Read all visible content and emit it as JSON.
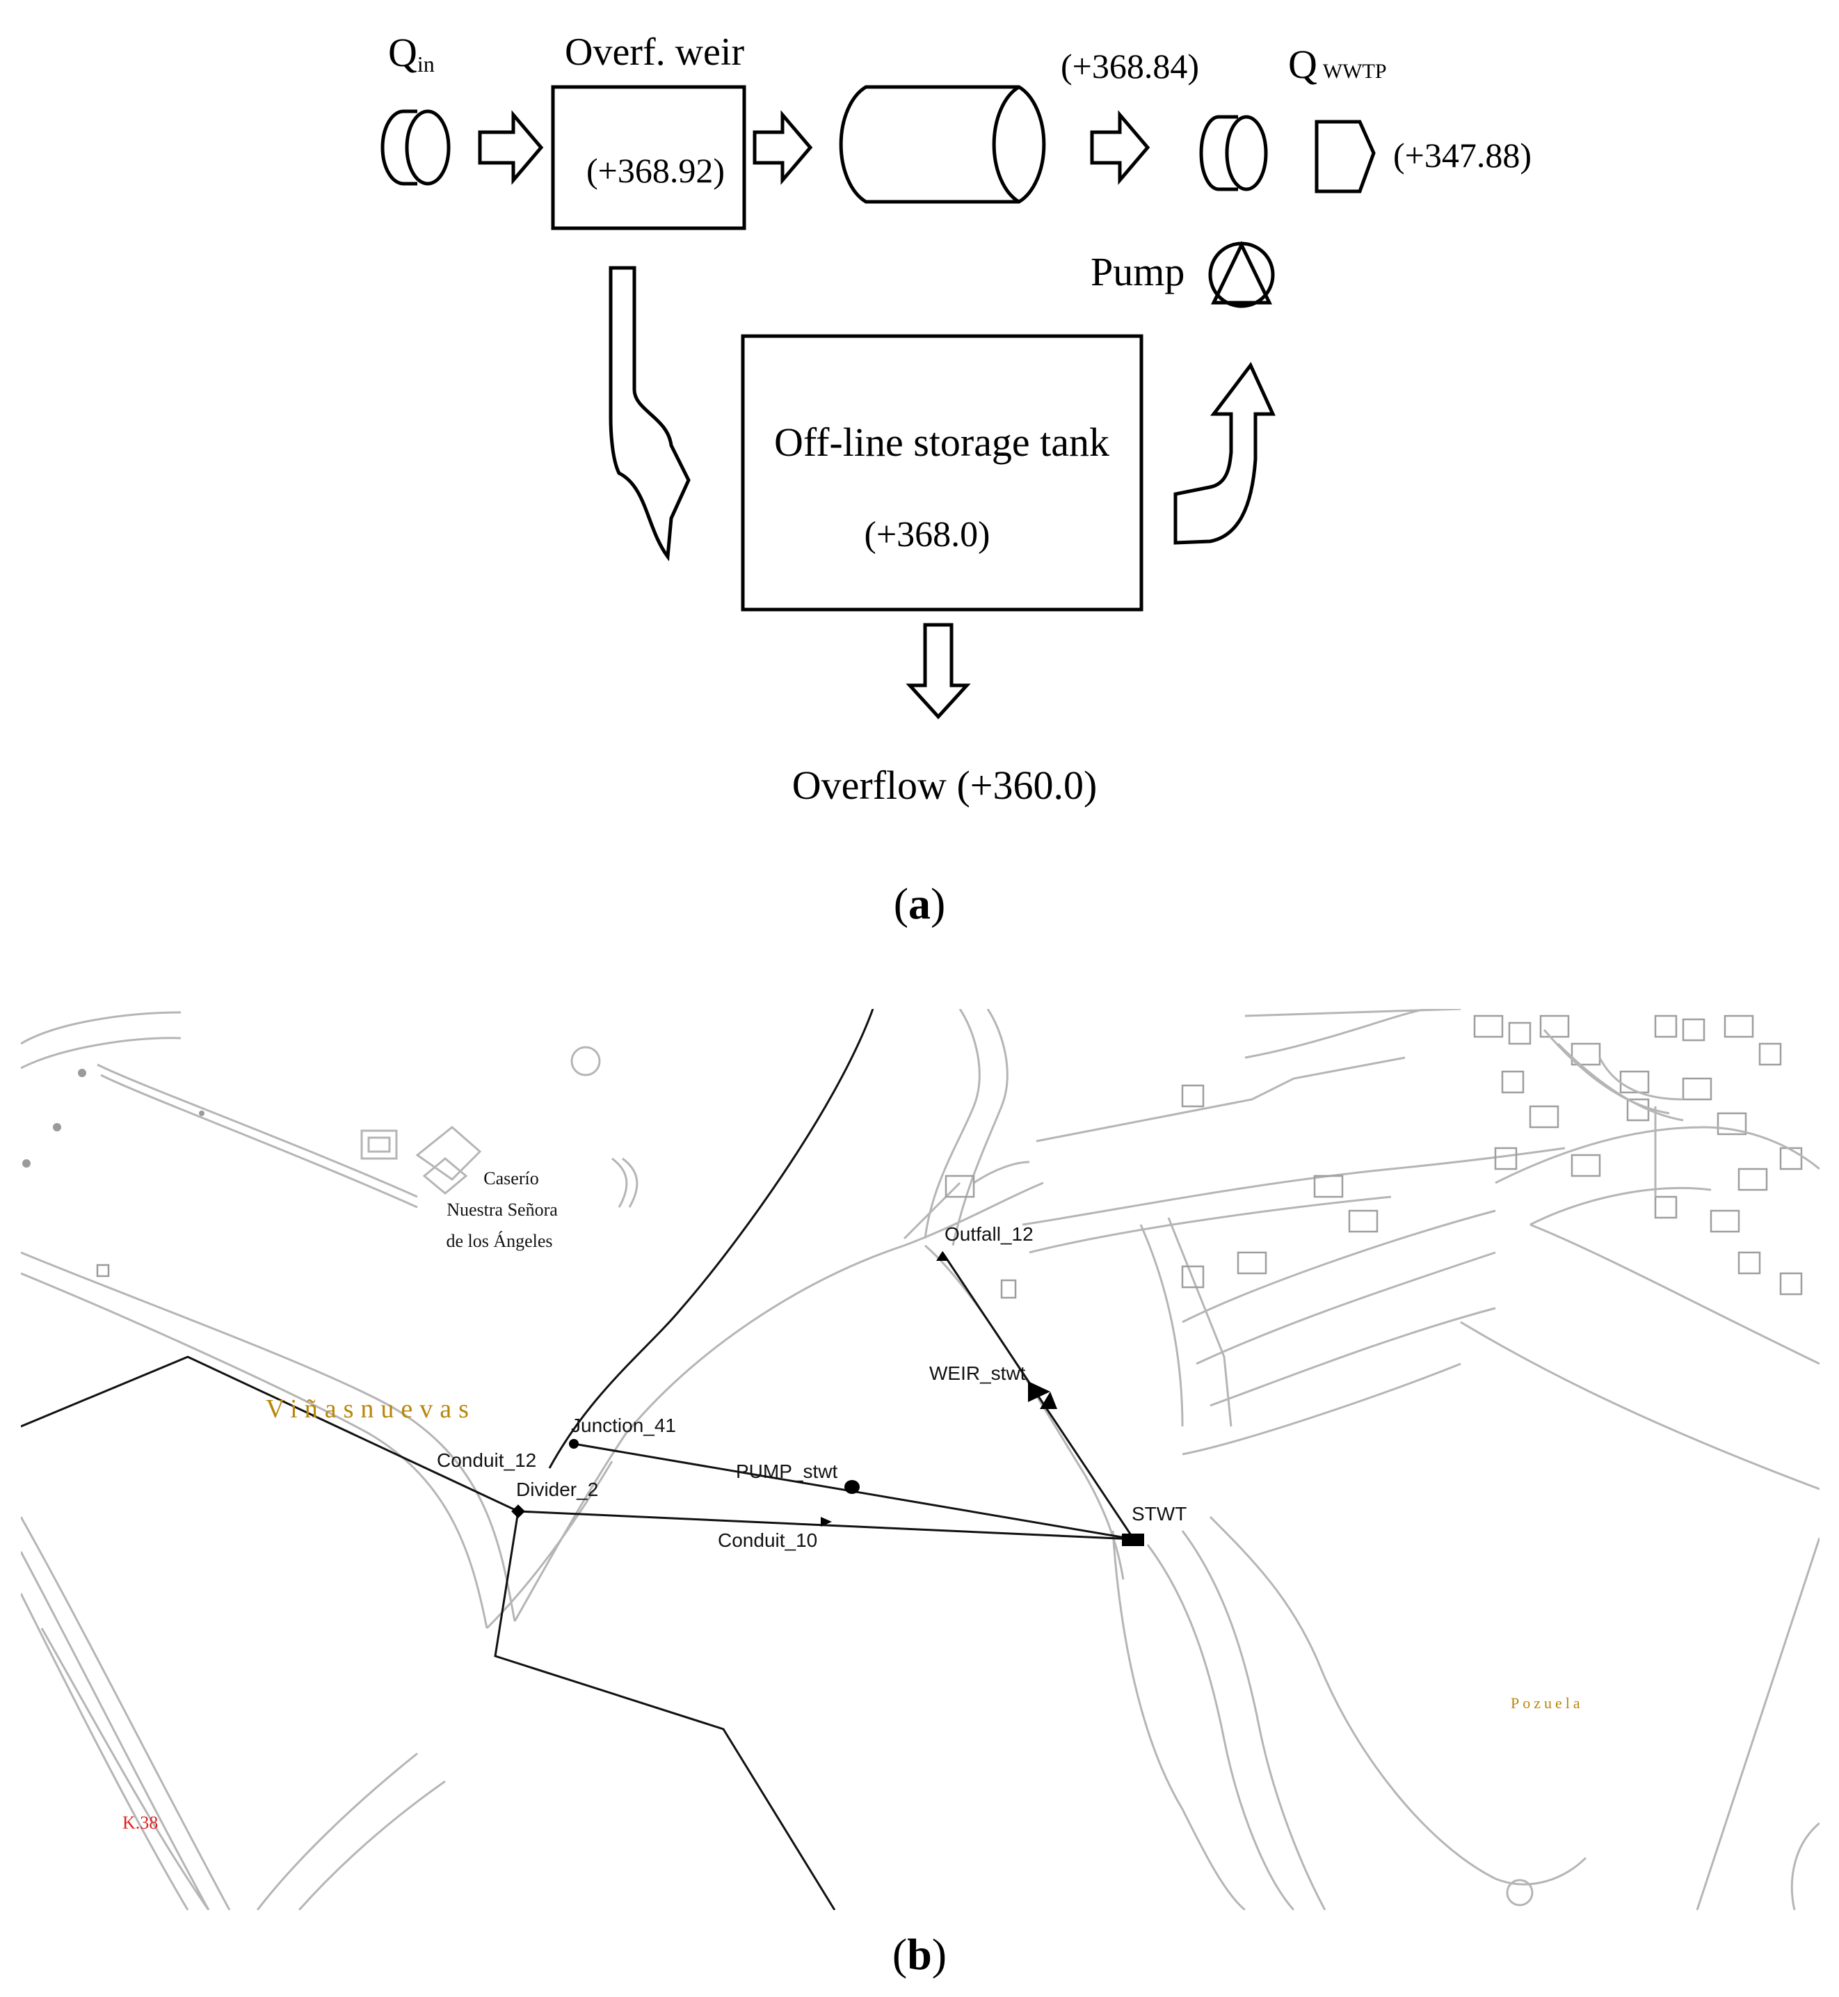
{
  "panel_a": {
    "q_in": "Q",
    "q_in_sub": "in",
    "overf_weir": "Overf. weir",
    "weir_level": "(+368.92)",
    "conduit_level": "(+368.84)",
    "q_wwtp": "Q",
    "q_wwtp_sub": "WWTP",
    "outfall_level": "(+347.88)",
    "pump": "Pump",
    "tank_title": "Off-line storage tank",
    "tank_level": "(+368.0)",
    "overflow": "Overflow (+360.0)",
    "caption_open": "(",
    "caption_letter": "a",
    "caption_close": ")"
  },
  "panel_b": {
    "caserio_1": "Caserío",
    "caserio_2": "Nuestra Señora",
    "caserio_3": "de los Ángeles",
    "vinasnuevas": "Viñasnuevas",
    "pozuela": "Pozuela",
    "k38": "K.38",
    "outfall_12": "Outfall_12",
    "weir_stwt": "WEIR_stwt",
    "junction_41": "Junction_41",
    "conduit_12": "Conduit_12",
    "divider_2": "Divider_2",
    "pump_stwt": "PUMP_stwt",
    "conduit_10": "Conduit_10",
    "stwt": "STWT",
    "caption_open": "(",
    "caption_letter": "b",
    "caption_close": ")",
    "colors": {
      "place_label": "#b8860b",
      "k38": "#e02020",
      "map_line": "#b8b8b8",
      "network": "#111111"
    }
  }
}
